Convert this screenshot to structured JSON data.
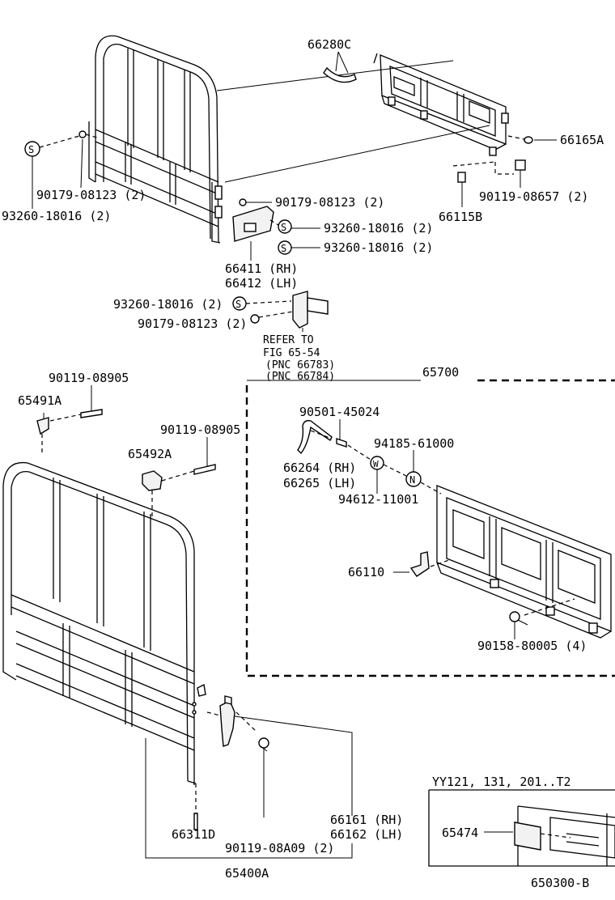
{
  "labels": {
    "l66280C": "66280C",
    "l66165A": "66165A",
    "l90179_top": "90179-08123 (2)",
    "l93260_top": "93260-18016 (2)",
    "l90179_mid": "90179-08123 (2)",
    "l93260_mid1": "93260-18016 (2)",
    "l93260_mid2": "93260-18016 (2)",
    "l66115B": "66115B",
    "l90119_08657": "90119-08657 (2)",
    "l66411": "66411 (RH)",
    "l66412": "66412 (LH)",
    "l93260_low": "93260-18016 (2)",
    "l90179_low": "90179-08123 (2)",
    "refer1": "REFER TO",
    "refer2": "FIG 65-54",
    "refer3": "(PNC 66783)",
    "refer4": "(PNC 66784)",
    "l65700": "65700",
    "l90119_08905a": "90119-08905",
    "l65491A": "65491A",
    "l90119_08905b": "90119-08905",
    "l65492A": "65492A",
    "l90501": "90501-45024",
    "l94185": "94185-61000",
    "l66264": "66264 (RH)",
    "l66265": "66265 (LH)",
    "l94612": "94612-11001",
    "l66110": "66110",
    "l90158": "90158-80005 (4)",
    "l66161": "66161 (RH)",
    "l66162": "66162 (LH)",
    "l66311D": "66311D",
    "l90119_08A09": "90119-08A09 (2)",
    "l65400A": "65400A",
    "inset_title": "YY121, 131, 201..T2",
    "l65474": "65474",
    "figure_code": "650300-B"
  },
  "symbols": {
    "washer_s": "S",
    "washer_w": "W",
    "nut_n": "N"
  }
}
